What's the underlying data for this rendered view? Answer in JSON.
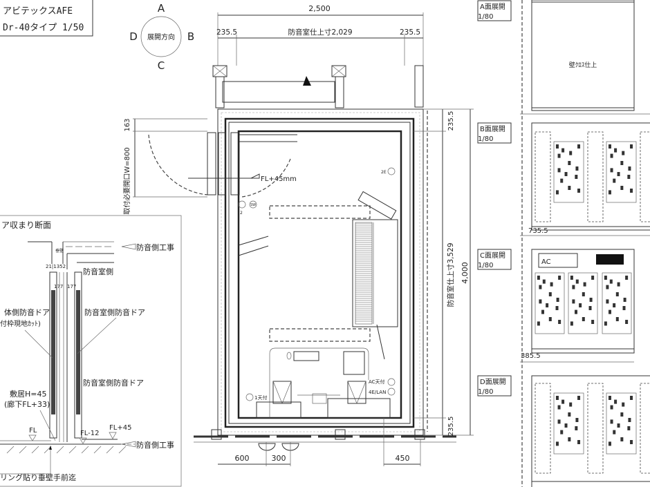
{
  "title_block": {
    "line1": "アビテックスAFE",
    "line2": "Dr-40タイプ 1/50"
  },
  "compass": {
    "center": "展開方向",
    "a": "A",
    "b": "B",
    "c": "C",
    "d": "D"
  },
  "plan": {
    "dim_total_width": "2,500",
    "dim_left_wall": "235.5",
    "dim_inner_width": "防音室仕上寸2,029",
    "dim_right_wall": "235.5",
    "dim_top_wall": "235.5",
    "dim_inner_depth": "防音室仕上寸3,529",
    "dim_bottom_wall": "235.5",
    "dim_total_depth": "4,000",
    "door_dim_163": "163",
    "door_opening": "取付必要開口W=800",
    "floor_level": "FL+45mm",
    "outlet_2e": "2E",
    "outlet_sw": "SW",
    "outlet_2": "2",
    "outlet_ceiling": "1天付",
    "outlet_ac": "AC天付",
    "outlet_lan": "4E/LAN",
    "dim_600": "600",
    "dim_300": "300",
    "dim_450": "450"
  },
  "section": {
    "title": "ア収まり断面",
    "wall_label": "垂壁",
    "top_right": "防音側工事",
    "dims_top": "21|1352",
    "dim_177a": "177",
    "dim_177b": "177",
    "room_side": "防音室側",
    "body_door": "体側防音ドア",
    "body_door_note": "付枠現地ｶｯﾄ)",
    "room_door1": "防音室側防音ドア",
    "room_door2": "防音室側防音ドア",
    "sill1": "敷居H=45",
    "sill2": "(廊下FL+33)",
    "fl": "FL",
    "fl_minus": "FL-12",
    "fl_plus": "FL+45",
    "bottom_right": "防音側工事",
    "bottom_note": "リング貼り垂壁手前迄"
  },
  "elevations": [
    {
      "label": "A面展開",
      "scale": "1/80",
      "note": "壁ｸﾛｽ仕上"
    },
    {
      "label": "B面展開",
      "scale": "1/80",
      "dim": "735.5"
    },
    {
      "label": "C面展開",
      "scale": "1/80",
      "ac": "AC",
      "dim": "385.5"
    },
    {
      "label": "D面展開",
      "scale": "1/80"
    }
  ]
}
